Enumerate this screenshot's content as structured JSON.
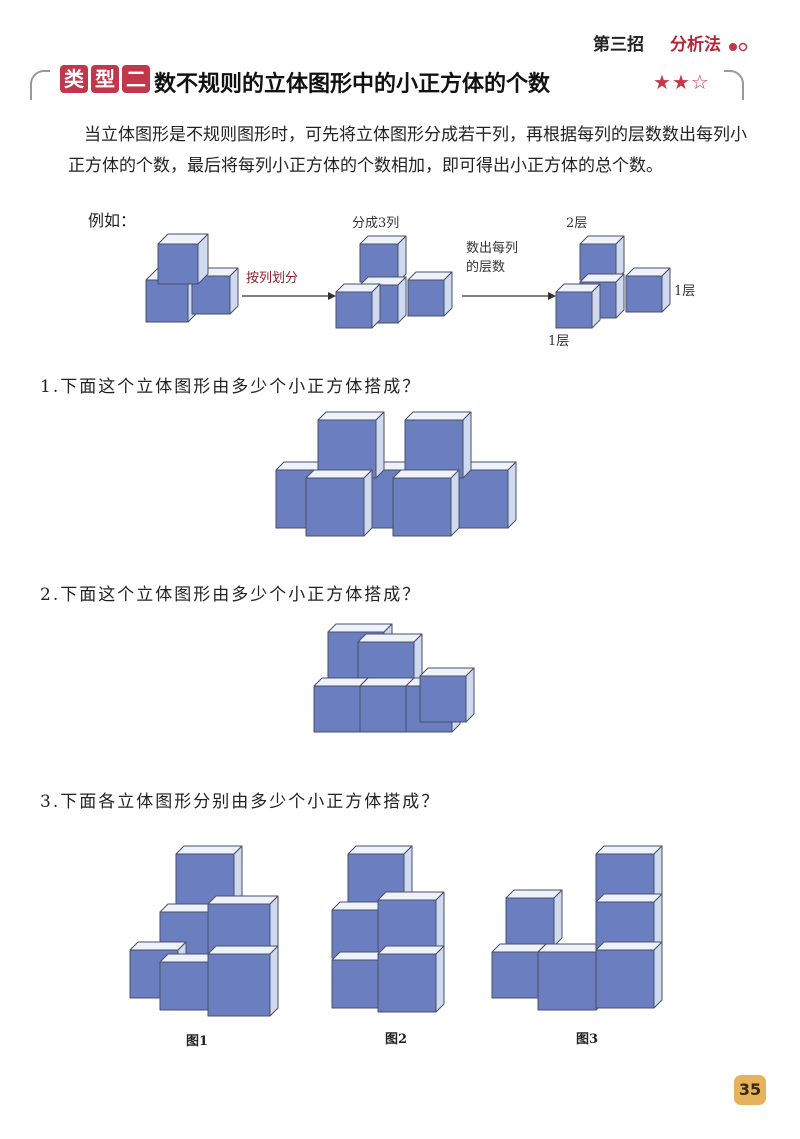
{
  "header": {
    "chapter": "第三招",
    "method": "分析法"
  },
  "section": {
    "badge_chars": [
      "类",
      "型",
      "二"
    ],
    "title": "数不规则的立体图形中的小正方体的个数",
    "rating": 2,
    "rating_max": 3
  },
  "intro": "当立体图形是不规则图形时，可先将立体图形分成若干列，再根据每列的层数数出每列小正方体的个数，最后将每列小正方体的个数相加，即可得出小正方体的总个数。",
  "example": {
    "label": "例如：",
    "arrow1_label": "按列划分",
    "split_label": "分成3列",
    "arrow2_label_line1": "数出每列",
    "arrow2_label_line2": "的层数",
    "layer2": "2层",
    "layer1_right": "1层",
    "layer1_bottom": "1层"
  },
  "questions": [
    {
      "number": "1.",
      "text": "下面这个立体图形由多少个小正方体搭成？"
    },
    {
      "number": "2.",
      "text": "下面这个立体图形由多少个小正方体搭成？"
    },
    {
      "number": "3.",
      "text": "下面各立体图形分别由多少个小正方体搭成？"
    }
  ],
  "figure_captions": [
    "图1",
    "图2",
    "图3"
  ],
  "colors": {
    "cube_front": "#6b7fc0",
    "cube_top": "#eef2fb",
    "cube_side": "#cfd9f0",
    "accent": "#c3374b"
  },
  "page_number": "35"
}
